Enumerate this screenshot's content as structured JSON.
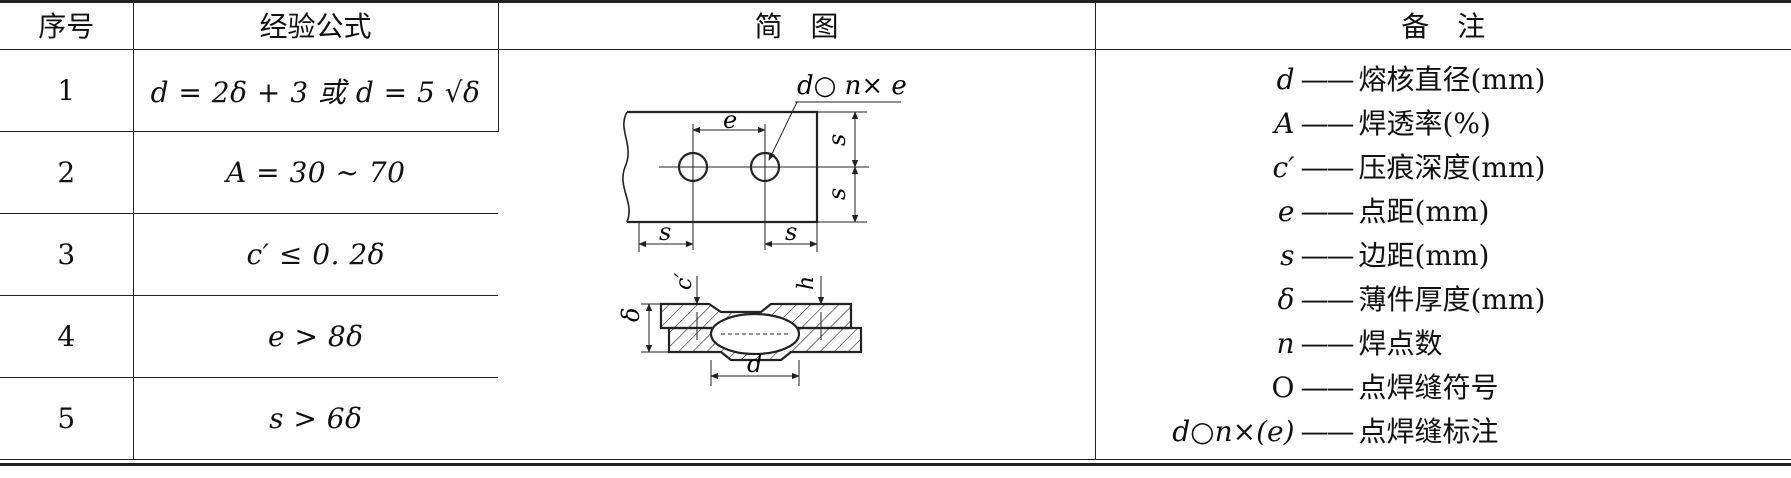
{
  "headers": {
    "index": "序号",
    "formula": "经验公式",
    "diagram": "简　图",
    "notes": "备　注"
  },
  "rows": [
    {
      "index": "1",
      "formula": "d = 2δ + 3 或 d = 5 √δ"
    },
    {
      "index": "2",
      "formula": "A = 30 ~ 70"
    },
    {
      "index": "3",
      "formula": "c′ ≤ 0. 2δ"
    },
    {
      "index": "4",
      "formula": "e > 8δ"
    },
    {
      "index": "5",
      "formula": "s > 6δ"
    }
  ],
  "diagram_labels": {
    "callout": "d○ n× e",
    "e_top": "e",
    "s_right_top": "s",
    "s_right_bottom": "s",
    "s_bottom_left": "s",
    "s_bottom_right": "s",
    "c_prime": "c′",
    "h": "h",
    "delta": "δ",
    "d_bottom": "d"
  },
  "notes": [
    {
      "symbol": "d",
      "dash": "——",
      "text": "熔核直径(mm)"
    },
    {
      "symbol": "A",
      "dash": "——",
      "text": "焊透率(%)"
    },
    {
      "symbol": "c′",
      "dash": "——",
      "text": "压痕深度(mm)"
    },
    {
      "symbol": "e",
      "dash": "——",
      "text": "点距(mm)"
    },
    {
      "symbol": "s",
      "dash": "——",
      "text": "边距(mm)"
    },
    {
      "symbol": "δ",
      "dash": "——",
      "text": "薄件厚度(mm)"
    },
    {
      "symbol": "n",
      "dash": "——",
      "text": "焊点数"
    },
    {
      "symbol": "O",
      "dash": "——",
      "text": "点焊缝符号"
    },
    {
      "symbol": "d○n×(e)",
      "dash": "——",
      "text": "点焊缝标注"
    }
  ]
}
